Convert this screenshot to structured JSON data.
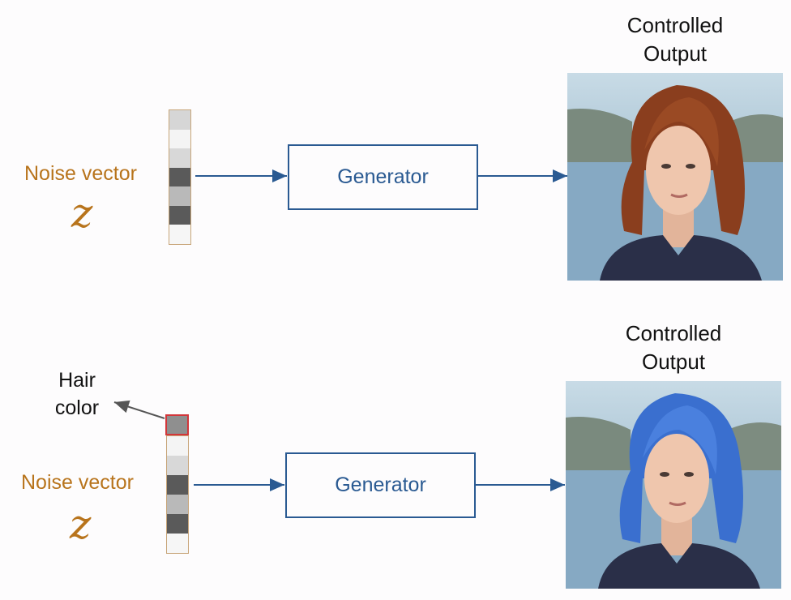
{
  "colors": {
    "noise_text": "#b8741c",
    "generator_blue": "#2a5a92",
    "arrow_blue": "#2a5a92",
    "highlight_red": "#d2363a",
    "hair_red": "#8a3e1e",
    "hair_blue": "#3a6fcf"
  },
  "top": {
    "noise_label": "Noise vector",
    "z_symbol": "z",
    "vector_cells": [
      "#d6d6d6",
      "#f4f4f4",
      "#d8d8d8",
      "#5a5a5a",
      "#b9b9b9",
      "#5a5a5a",
      "#f6f6f6"
    ],
    "generator_label": "Generator",
    "output_title_line1": "Controlled",
    "output_title_line2": "Output",
    "photo_icon": "portrait-red-hair-icon"
  },
  "bottom": {
    "hair_label_line1": "Hair",
    "hair_label_line2": "color",
    "noise_label": "Noise vector",
    "z_symbol": "z",
    "vector_cells": [
      "#f4f4f4",
      "#d8d8d8",
      "#5a5a5a",
      "#b9b9b9",
      "#5a5a5a",
      "#f6f6f6"
    ],
    "highlight_cell": "#8f8f8f",
    "generator_label": "Generator",
    "output_title_line1": "Controlled",
    "output_title_line2": "Output",
    "photo_icon": "portrait-blue-hair-icon"
  }
}
